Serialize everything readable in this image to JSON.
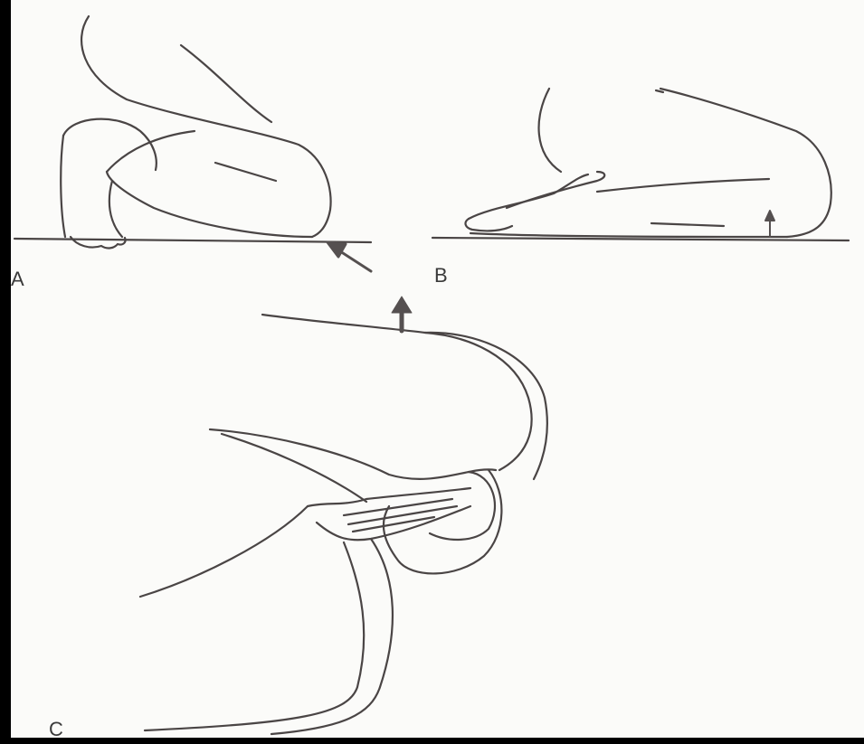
{
  "figure": {
    "panels": [
      {
        "id": "a",
        "label": "A"
      },
      {
        "id": "b",
        "label": "B"
      },
      {
        "id": "c",
        "label": "C"
      }
    ]
  },
  "colors": {
    "paper": "#fbfbf9",
    "ink": "#4a4545",
    "arrow": "#555050",
    "frame": "#000000"
  }
}
